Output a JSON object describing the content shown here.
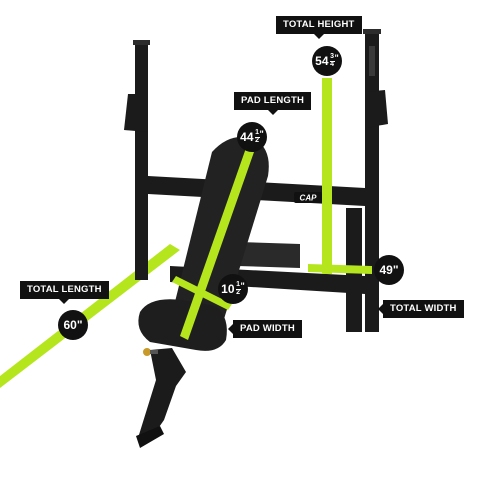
{
  "colors": {
    "accent": "#b5e61d",
    "frame": "#1b1b1b",
    "pad": "#222222",
    "labels": "#111111"
  },
  "brand": {
    "logo_text": "CAP"
  },
  "dimensions": {
    "total_height": {
      "label": "TOTAL HEIGHT",
      "whole": "54",
      "num": "3",
      "den": "4",
      "unit": "\""
    },
    "pad_length": {
      "label": "PAD LENGTH",
      "whole": "44",
      "num": "1",
      "den": "2",
      "unit": "\""
    },
    "pad_width": {
      "label": "PAD WIDTH",
      "whole": "10",
      "num": "1",
      "den": "2",
      "unit": "\""
    },
    "total_length": {
      "label": "TOTAL LENGTH",
      "value": "60\""
    },
    "total_width": {
      "label": "TOTAL WIDTH",
      "value": "49\""
    }
  }
}
